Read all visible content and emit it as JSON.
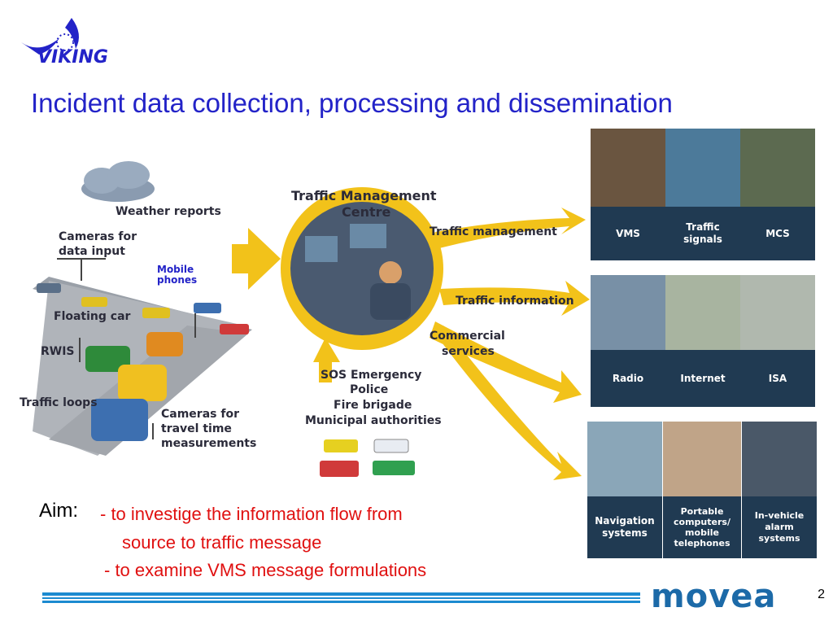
{
  "title": "Incident data collection, processing and dissemination",
  "logo": {
    "text": "VIKING",
    "color": "#2323c8"
  },
  "sources": {
    "weather": "Weather reports",
    "cameras_input_1": "Cameras for",
    "cameras_input_2": "data input",
    "mobile_1": "Mobile",
    "mobile_2": "phones",
    "floating_car": "Floating car",
    "rwis": "RWIS",
    "traffic_loops": "Traffic loops",
    "cameras_travel_1": "Cameras for",
    "cameras_travel_2": "travel time",
    "cameras_travel_3": "measurements"
  },
  "centre": {
    "line1": "Traffic Management",
    "line2": "Centre"
  },
  "flows": {
    "traffic_management": "Traffic management",
    "traffic_information": "Traffic information",
    "commercial_1": "Commercial",
    "commercial_2": "services"
  },
  "emergency": {
    "line1": "SOS Emergency",
    "line2": "Police",
    "line3": "Fire brigade",
    "line4": "Municipal authorities"
  },
  "outputs": [
    {
      "l1": "VMS",
      "l2": ""
    },
    {
      "l1": "Traffic",
      "l2": "signals"
    },
    {
      "l1": "MCS",
      "l2": ""
    },
    {
      "l1": "Radio",
      "l2": ""
    },
    {
      "l1": "Internet",
      "l2": ""
    },
    {
      "l1": "ISA",
      "l2": ""
    },
    {
      "l1": "Navigation",
      "l2": "systems"
    },
    {
      "l1": "Portable computers/",
      "l2": "mobile telephones"
    },
    {
      "l1": "In-vehicle alarm",
      "l2": "systems"
    }
  ],
  "aim": {
    "label": "Aim:",
    "line1": "- to investige the information flow from",
    "line2": "source to traffic message",
    "line3": "- to examine VMS message formulations"
  },
  "footer": {
    "page_number": "2",
    "brand": "movea"
  },
  "colors": {
    "title": "#2323c8",
    "aim_text": "#e01010",
    "arrow": "#f2c21a",
    "tile_label_bg": "#203a52",
    "brand": "#1c6aa8"
  }
}
